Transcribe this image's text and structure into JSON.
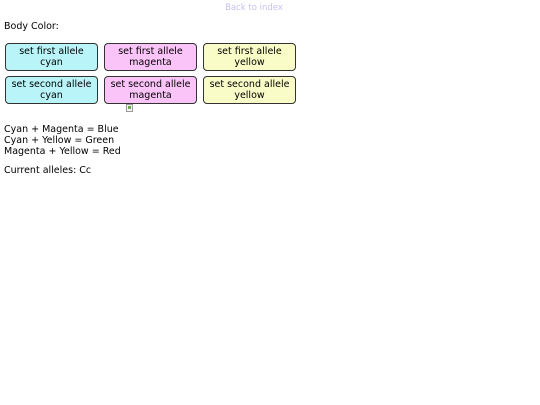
{
  "nav": {
    "back_label": "Back to index"
  },
  "section": {
    "label": "Body Color:"
  },
  "buttons": [
    {
      "label": "set first allele\ncyan",
      "color": "#b8f4f8"
    },
    {
      "label": "set first allele\nmagenta",
      "color": "#fbc4f8"
    },
    {
      "label": "set first allele\nyellow",
      "color": "#fafcc8"
    },
    {
      "label": "set second allele\ncyan",
      "color": "#b8f4f8"
    },
    {
      "label": "set second allele\nmagenta",
      "color": "#fbc4f8"
    },
    {
      "label": "set second allele\nyellow",
      "color": "#fafcc8"
    }
  ],
  "image": {
    "icon": "broken-image-icon"
  },
  "rules": [
    "Cyan + Magenta = Blue",
    "Cyan + Yellow = Green",
    "Magenta + Yellow = Red"
  ],
  "current": {
    "text": "Current alleles: Cc"
  }
}
